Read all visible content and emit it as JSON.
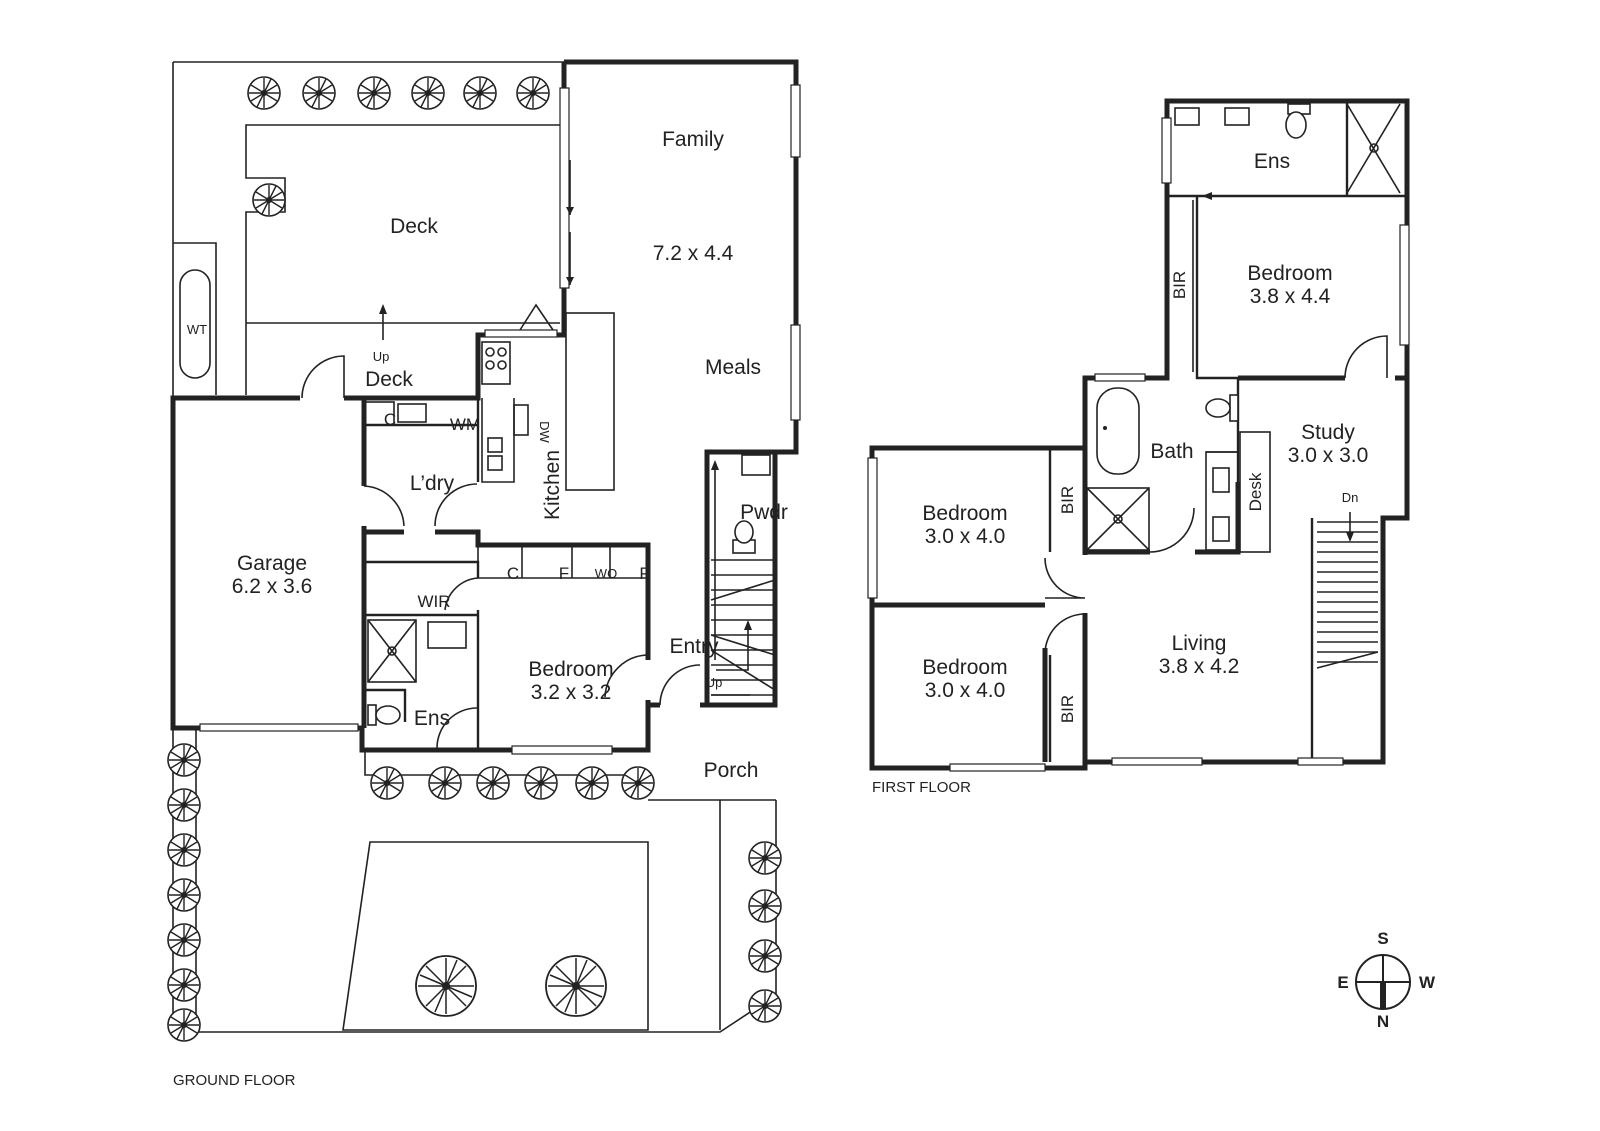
{
  "ground_floor": {
    "label": "GROUND FLOOR",
    "rooms": {
      "family": {
        "name": "Family",
        "dims": "7.2 x 4.4"
      },
      "meals": {
        "name": "Meals"
      },
      "deck_main": {
        "name": "Deck"
      },
      "deck_lower": {
        "name": "Deck",
        "up": "Up"
      },
      "wt": {
        "name": "WT"
      },
      "laundry": {
        "name": "L’dry",
        "c": "C",
        "wm": "WM"
      },
      "kitchen": {
        "name": "Kitchen",
        "dw": "DW"
      },
      "pantry_row": {
        "c": "C",
        "f": "F",
        "wo": "WO",
        "p": "P"
      },
      "garage": {
        "name": "Garage",
        "dims": "6.2 x 3.6"
      },
      "wir": {
        "name": "WIR"
      },
      "bedroom": {
        "name": "Bedroom",
        "dims": "3.2 x 3.2"
      },
      "ensuite": {
        "name": "Ens"
      },
      "powder": {
        "name": "Pwdr"
      },
      "entry": {
        "name": "Entry",
        "up": "Up"
      },
      "porch": {
        "name": "Porch"
      }
    }
  },
  "first_floor": {
    "label": "FIRST FLOOR",
    "rooms": {
      "ensuite": {
        "name": "Ens"
      },
      "bedroom_main": {
        "name": "Bedroom",
        "dims": "3.8 x 4.4",
        "bir": "BIR"
      },
      "bath": {
        "name": "Bath"
      },
      "study": {
        "name": "Study",
        "dims": "3.0 x 3.0",
        "desk": "Desk",
        "dn": "Dn"
      },
      "bedroom_2": {
        "name": "Bedroom",
        "dims": "3.0 x 4.0",
        "bir": "BIR"
      },
      "bedroom_3": {
        "name": "Bedroom",
        "dims": "3.0 x 4.0",
        "bir": "BIR"
      },
      "living": {
        "name": "Living",
        "dims": "3.8 x 4.2"
      }
    }
  },
  "compass": {
    "s": "S",
    "w": "W",
    "e": "E",
    "n": "N"
  }
}
